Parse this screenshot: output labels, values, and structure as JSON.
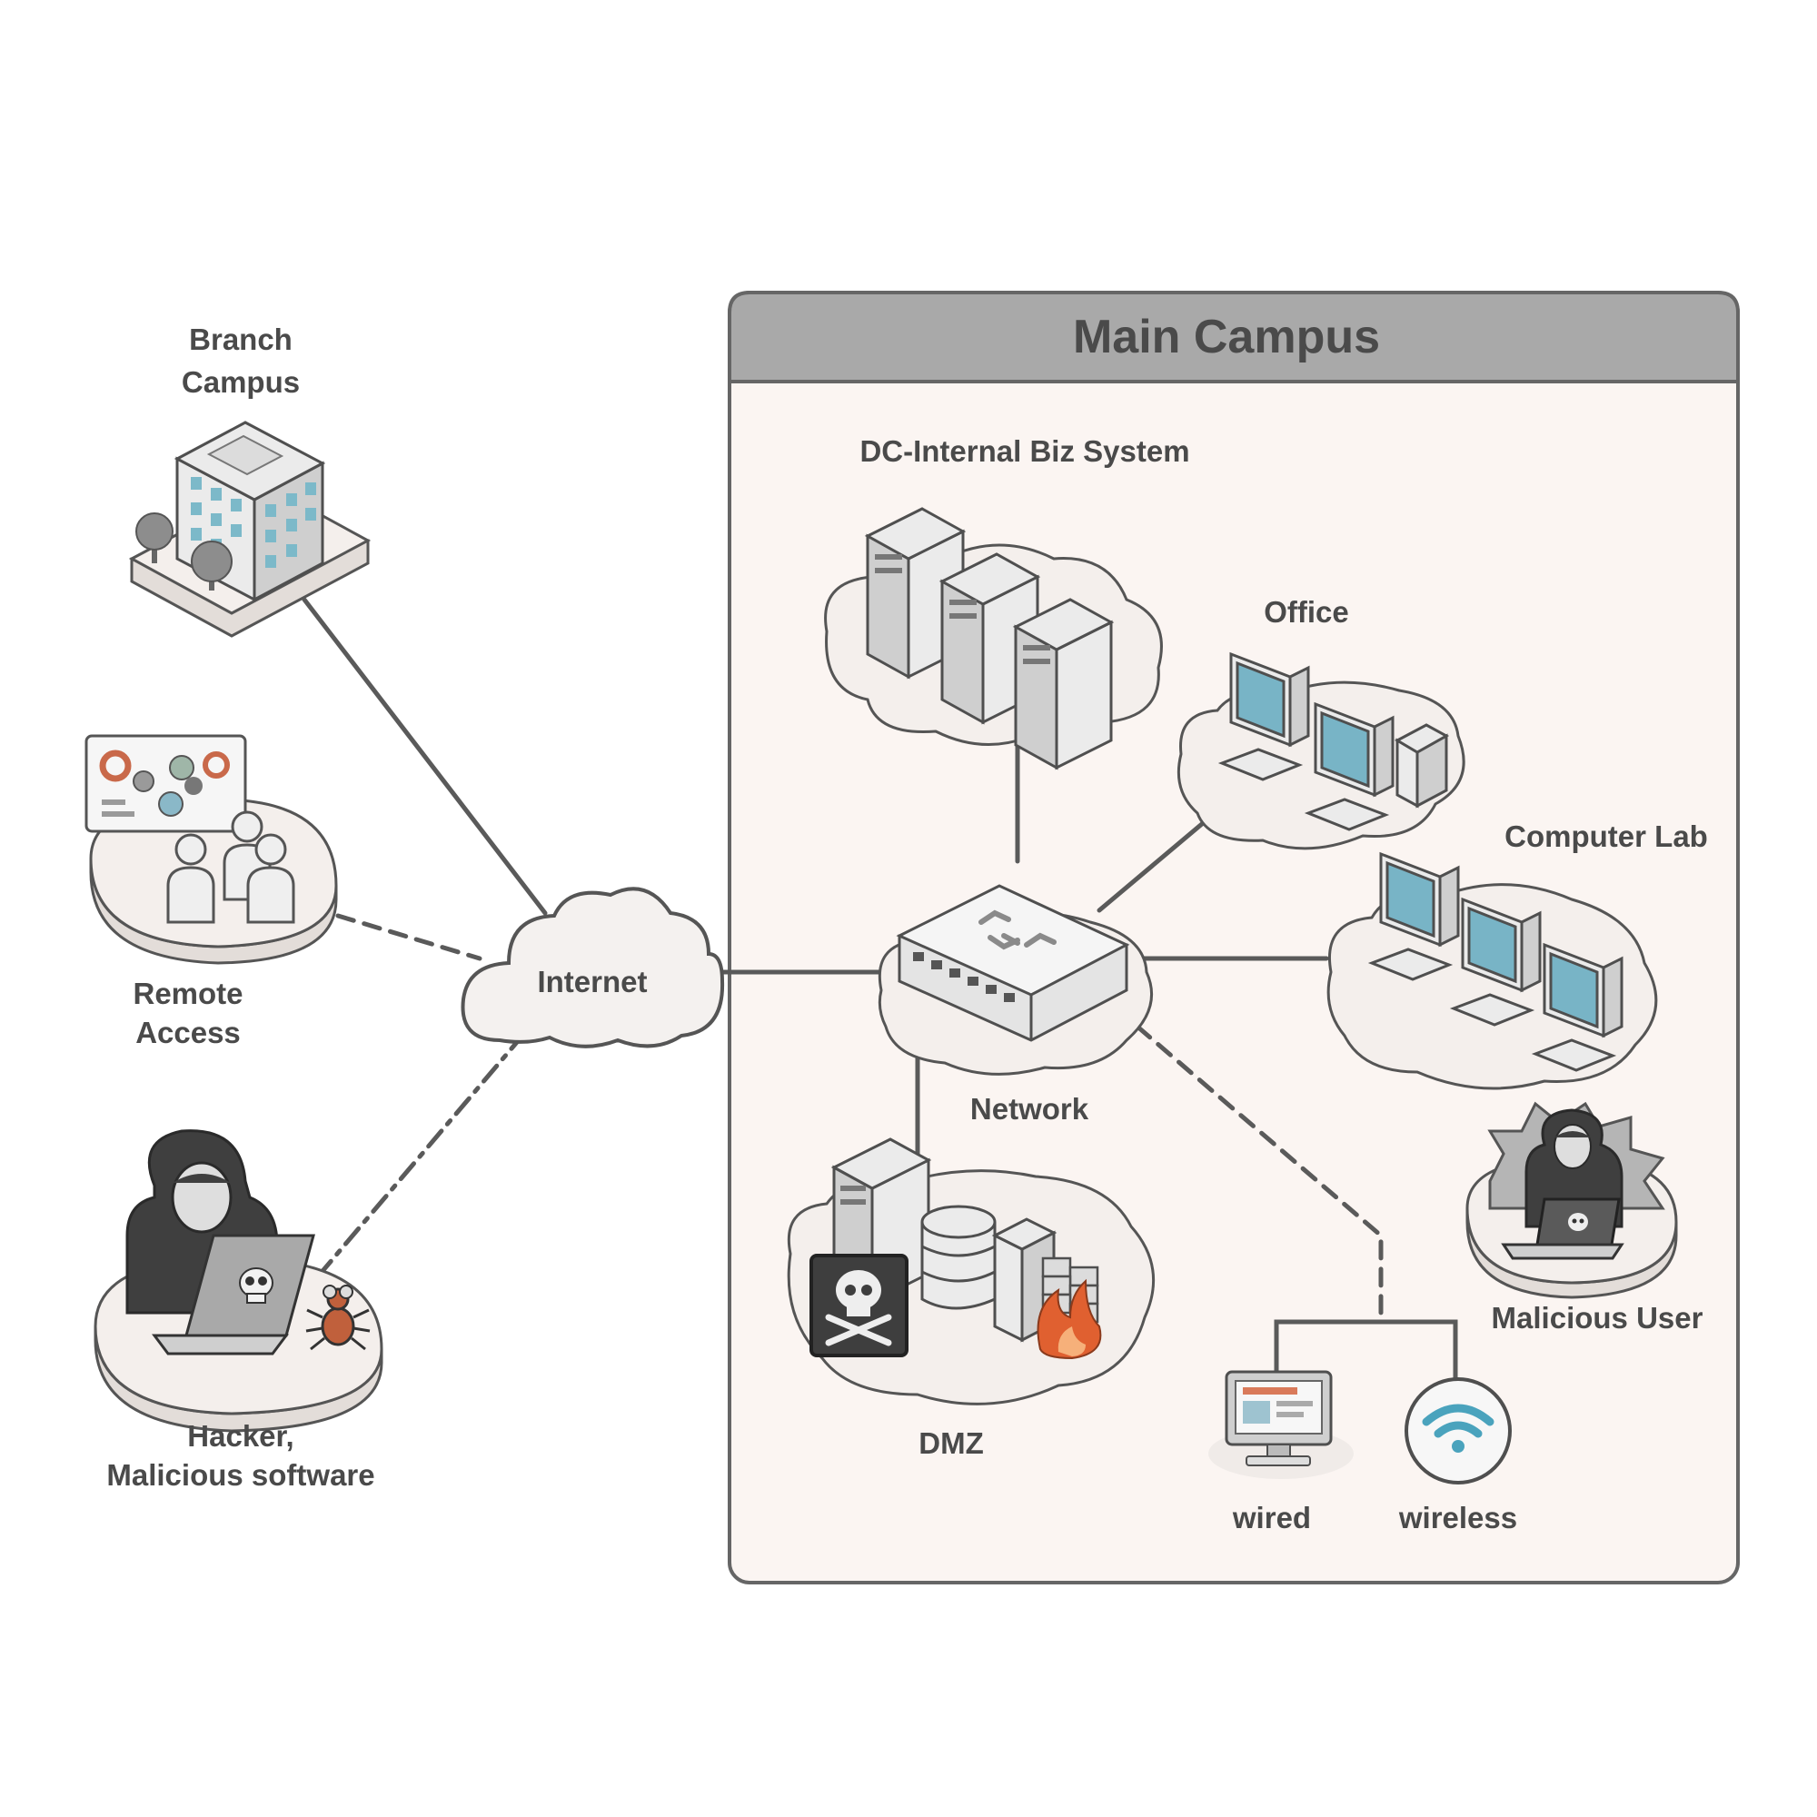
{
  "diagram": {
    "main_campus_title": "Main Campus",
    "labels": {
      "branch_line1": "Branch",
      "branch_line2": "Campus",
      "remote_line1": "Remote",
      "remote_line2": "Access",
      "hacker_line1": "Hacker,",
      "hacker_line2": "Malicious software",
      "internet": "Internet",
      "dc": "DC-Internal Biz System",
      "office": "Office",
      "computer_lab": "Computer Lab",
      "network": "Network",
      "dmz": "DMZ",
      "malicious_user": "Malicious User",
      "wired": "wired",
      "wireless": "wireless"
    },
    "icons": [
      "building-icon",
      "tree-icon",
      "users-icon",
      "dashboard-icon",
      "hacker-icon",
      "laptop-icon",
      "skull-icon",
      "bug-icon",
      "cloud-icon",
      "server-icon",
      "monitor-icon",
      "switch-icon",
      "database-icon",
      "firewall-icon",
      "fire-icon",
      "wifi-icon"
    ],
    "colors": {
      "panel_fill": "#fbf5f2",
      "panel_header": "#a9a9a9",
      "platform": "#f4efec",
      "screen": "#78b4c6",
      "wifi": "#4aa3bd",
      "fire": "#e06030",
      "bug": "#c0603c",
      "hacker": "#3f3f3f"
    }
  }
}
